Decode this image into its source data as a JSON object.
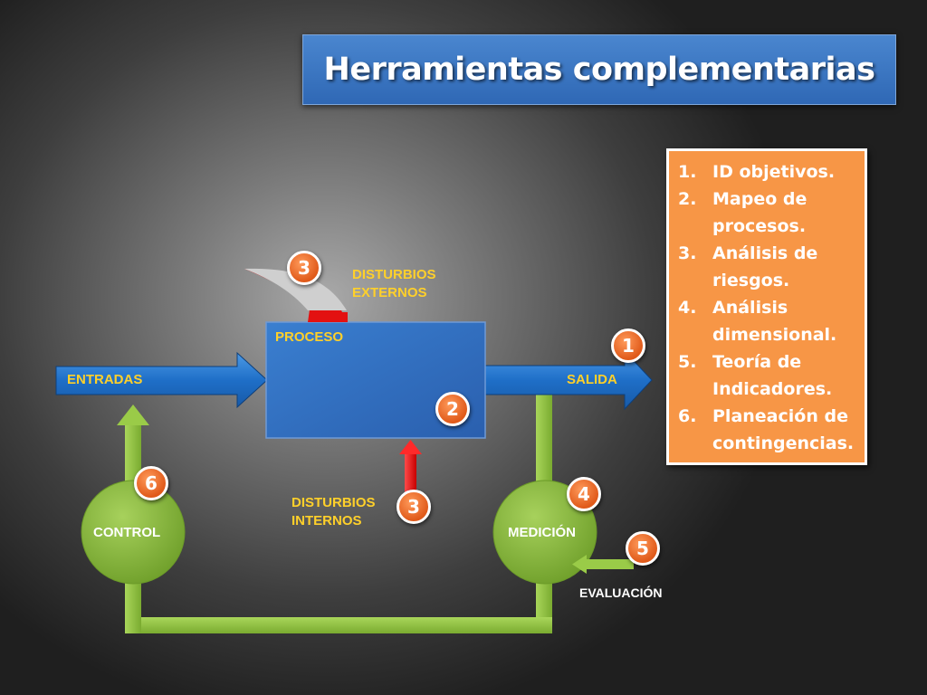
{
  "title": "Herramientas complementarias",
  "labels": {
    "proceso": "PROCESO",
    "entradas": "ENTRADAS",
    "salida": "SALIDA",
    "disturbios_externos": "DISTURBIOS\nEXTERNOS",
    "disturbios_internos": "DISTURBIOS\nINTERNOS",
    "control": "CONTROL",
    "medicion": "MEDICIÓN",
    "evaluacion": "EVALUACIÓN"
  },
  "badges": {
    "salida": "1",
    "proceso": "2",
    "externos": "3",
    "internos": "3",
    "medicion": "4",
    "evaluacion": "5",
    "control": "6"
  },
  "list": [
    {
      "num": "1.",
      "text": "ID objetivos."
    },
    {
      "num": "2.",
      "text": "Mapeo de procesos."
    },
    {
      "num": "3.",
      "text": "Análisis de riesgos."
    },
    {
      "num": "4.",
      "text": "Análisis dimensional."
    },
    {
      "num": "5.",
      "text": "Teoría de Indicadores."
    },
    {
      "num": "6.",
      "text": "Planeación de contingencias."
    }
  ],
  "colors": {
    "blue": "#1f6fc8",
    "green": "#8fc23e",
    "orange": "#f79646",
    "red": "#e01010",
    "label_yellow": "#ffd02a"
  }
}
